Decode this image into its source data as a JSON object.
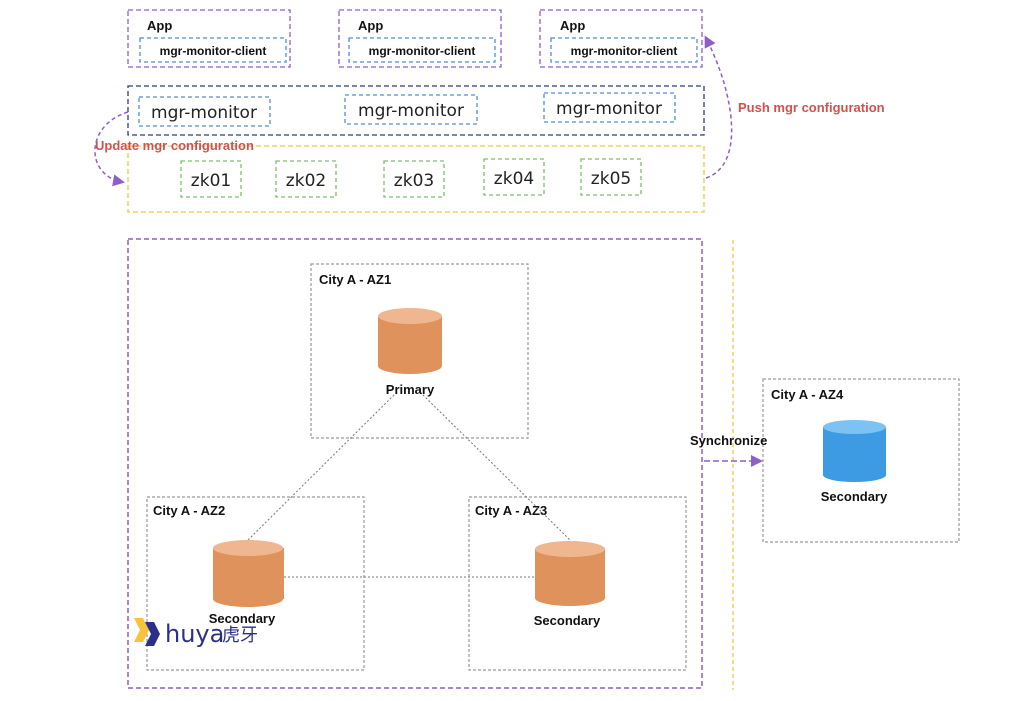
{
  "apps": [
    {
      "label": "App",
      "client": "mgr-monitor-client"
    },
    {
      "label": "App",
      "client": "mgr-monitor-client"
    },
    {
      "label": "App",
      "client": "mgr-monitor-client"
    }
  ],
  "monitors": [
    "mgr-monitor",
    "mgr-monitor",
    "mgr-monitor"
  ],
  "zk_nodes": [
    "zk01",
    "zk02",
    "zk03",
    "zk04",
    "zk05"
  ],
  "annotations": {
    "push": "Push mgr configuration",
    "update": "Update mgr configuration",
    "synchronize": "Synchronize"
  },
  "zones": {
    "az1": {
      "title": "City A - AZ1",
      "db_label": "Primary"
    },
    "az2": {
      "title": "City A - AZ2",
      "db_label": "Secondary"
    },
    "az3": {
      "title": "City A - AZ3",
      "db_label": "Secondary"
    },
    "az4": {
      "title": "City A - AZ4",
      "db_label": "Secondary"
    }
  },
  "logo": {
    "text": "huya",
    "cjk": "虎牙"
  },
  "colors": {
    "purple": "#8e5ec9",
    "blue": "#4f8fd4",
    "green": "#7dbf6a",
    "yellow": "#f2c542",
    "red": "#d2514c",
    "orange": "#e0925c",
    "orange_top": "#f0b690",
    "blue_db": "#3c9be3",
    "blue_db_top": "#7cc3f4",
    "gray": "#9a9a9a",
    "logo_blue": "#2b2f8a",
    "logo_yellow": "#f7c33a"
  }
}
